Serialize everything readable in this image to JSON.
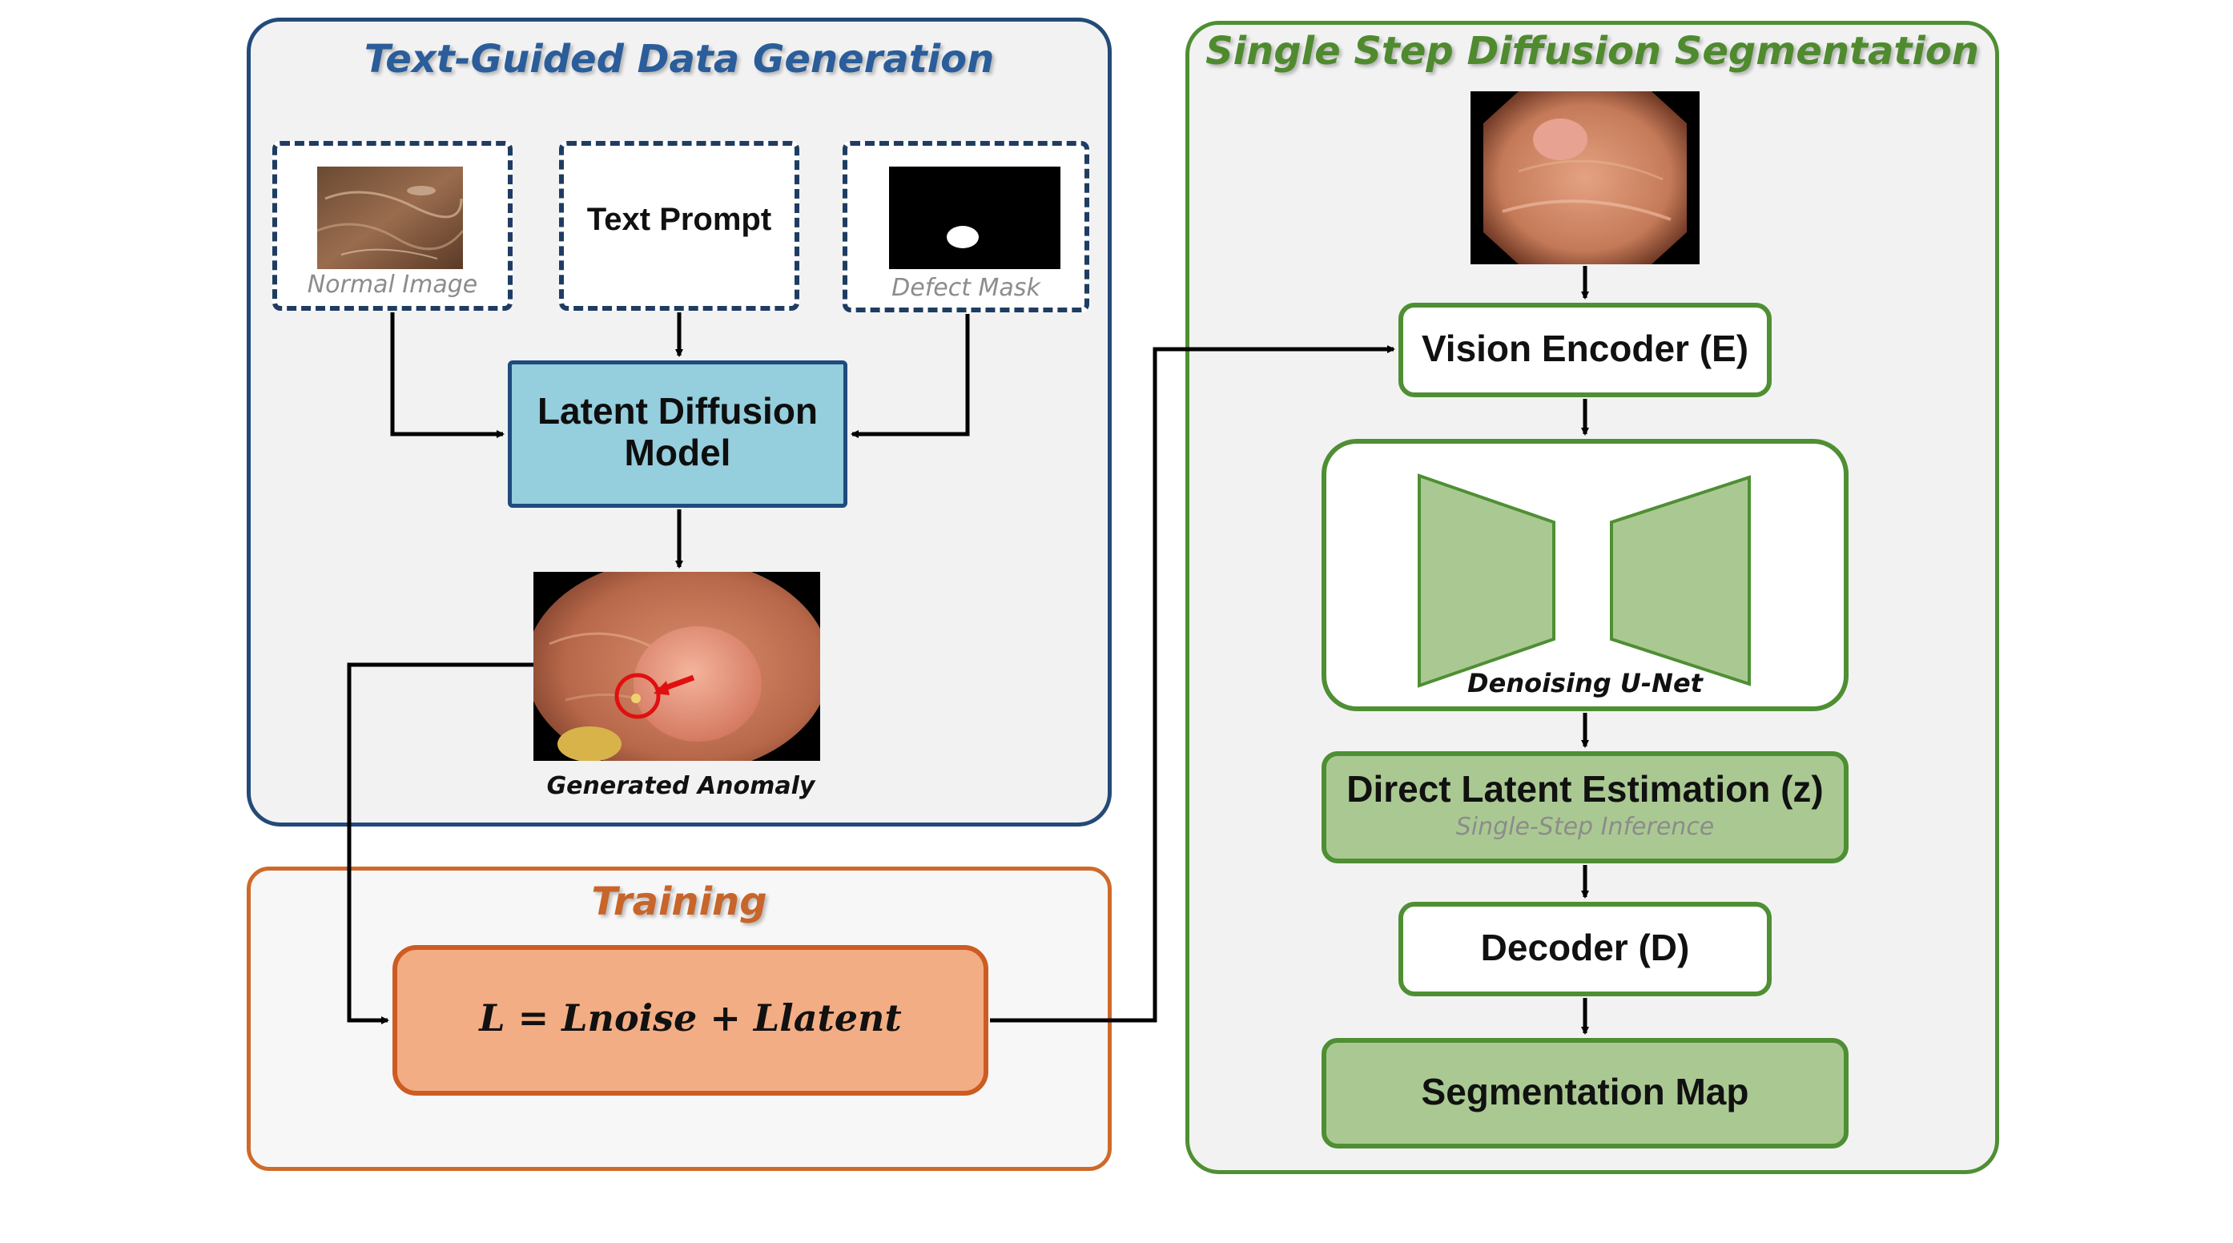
{
  "panels": {
    "generation_title": "Text-Guided Data Generation",
    "training_title": "Training",
    "segmentation_title": "Single Step Diffusion Segmentation"
  },
  "generation": {
    "normal_image_label": "Normal Image",
    "text_prompt_label": "Text Prompt",
    "defect_mask_label": "Defect Mask",
    "ldm_line1": "Latent Diffusion",
    "ldm_line2": "Model",
    "generated_label": "Generated Anomaly"
  },
  "training": {
    "loss_formula": "L =  Lnoise + Llatent"
  },
  "segmentation": {
    "vision_encoder": "Vision Encoder (E)",
    "unet_label": "Denoising U-Net",
    "direct_latent": "Direct Latent Estimation (z)",
    "direct_latent_sub": "Single-Step Inference",
    "decoder": "Decoder (D)",
    "segmentation_map": "Segmentation Map"
  },
  "colors": {
    "generation_border": "#234a78",
    "training_border": "#cf6a2a",
    "segmentation_border": "#4e8f33",
    "ldm_fill": "#95cedc",
    "loss_fill": "#f3ad84",
    "green_fill": "#aac992"
  }
}
